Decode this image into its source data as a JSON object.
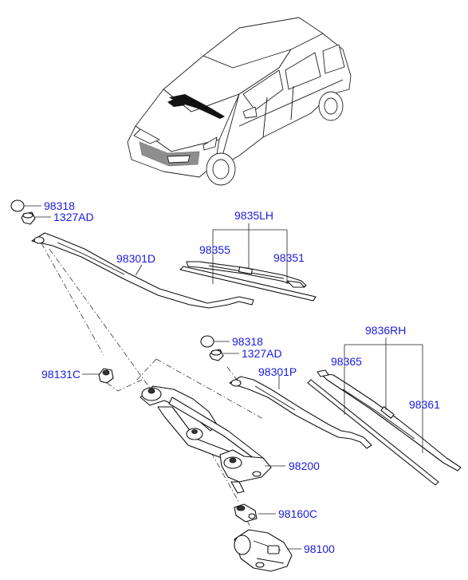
{
  "labels": {
    "cap_left": "98318",
    "nut_left": "1327AD",
    "arm_left": "98301D",
    "blade_left_assy": "9835LH",
    "blade_left_a": "98355",
    "blade_left_b": "98351",
    "cap_right": "98318",
    "nut_right": "1327AD",
    "arm_right": "98301P",
    "blade_right_assy": "9836RH",
    "blade_right_a": "98365",
    "blade_right_b": "98361",
    "grommet": "98131C",
    "linkage": "98200",
    "crank": "98160C",
    "motor": "98100"
  },
  "colors": {
    "label": "#1a1ae0",
    "line": "#111111"
  },
  "icons": {
    "car": "hatchback-car-illustration",
    "cap": "cap-icon",
    "nut": "nut-icon",
    "arm": "wiper-arm-icon",
    "blade": "wiper-blade-icon",
    "grommet": "grommet-icon",
    "linkage": "linkage-icon",
    "crank": "crank-icon",
    "motor": "wiper-motor-icon"
  }
}
